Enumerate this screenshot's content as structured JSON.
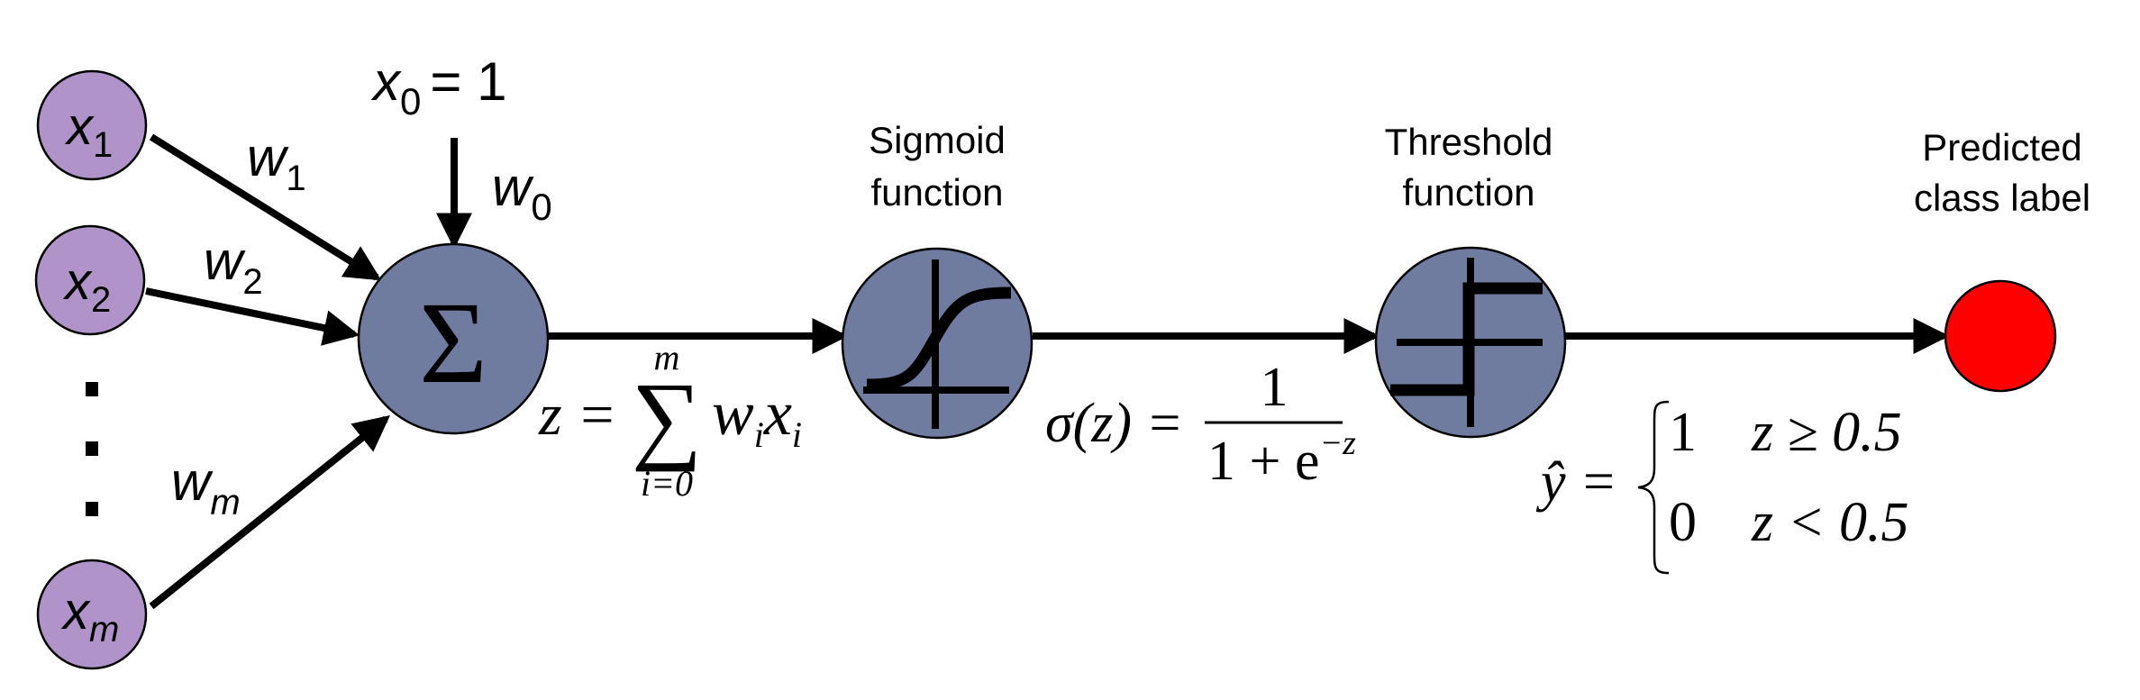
{
  "colors": {
    "input_node": "#b093c9",
    "process_node": "#707ba0",
    "output_node": "#ff0000",
    "stroke": "#000000"
  },
  "inputs": [
    {
      "var": "x",
      "sub": "1",
      "weight_var": "w",
      "weight_sub": "1"
    },
    {
      "var": "x",
      "sub": "2",
      "weight_var": "w",
      "weight_sub": "2"
    },
    {
      "var": "x",
      "sub": "m",
      "weight_var": "w",
      "weight_sub": "m"
    }
  ],
  "ellipsis": "⋮",
  "bias": {
    "var": "x",
    "sub": "0",
    "rest": "= 1",
    "weight_var": "w",
    "weight_sub": "0"
  },
  "summation": {
    "symbol": "Σ",
    "formula": {
      "lhs": "z =",
      "sum": "∑",
      "upper": "m",
      "lower": "i=0",
      "term_w": "w",
      "term_x": "x",
      "idx": "i"
    }
  },
  "sigmoid": {
    "label_line1": "Sigmoid",
    "label_line2": "function",
    "icon": "sigmoid-curve-icon",
    "formula": {
      "lhs": "σ(z) =",
      "numerator": "1",
      "denominator": "1 + e",
      "exponent": "−z"
    }
  },
  "threshold": {
    "label_line1": "Threshold",
    "label_line2": "function",
    "icon": "step-function-icon",
    "formula": {
      "lhs": "ŷ =",
      "cases": [
        {
          "value": "1",
          "condition": "z ≥ 0.5"
        },
        {
          "value": "0",
          "condition": "z < 0.5"
        }
      ]
    }
  },
  "output": {
    "label_line1": "Predicted",
    "label_line2": "class label"
  }
}
